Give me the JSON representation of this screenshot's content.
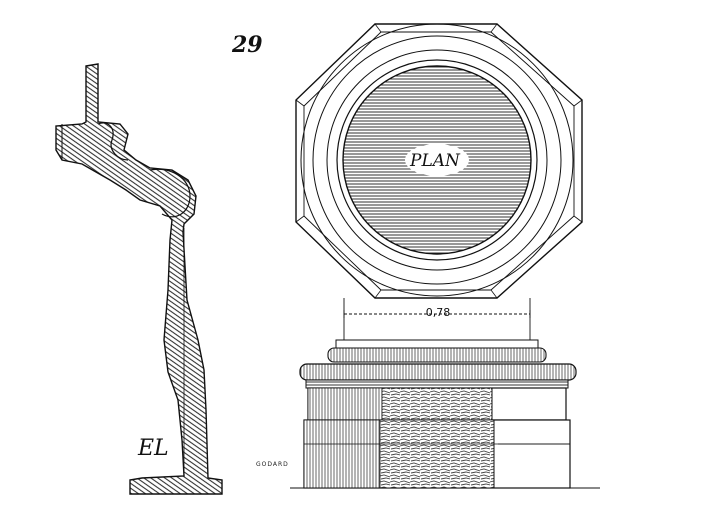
{
  "page_number": "29",
  "plan_label": "PLAN",
  "dimension_label": "0,78",
  "engraver_signature": "GODARD",
  "monogram": "EL",
  "colors": {
    "ink": "#1a1a1a",
    "paper": "#ffffff",
    "hatch": "#555555"
  }
}
